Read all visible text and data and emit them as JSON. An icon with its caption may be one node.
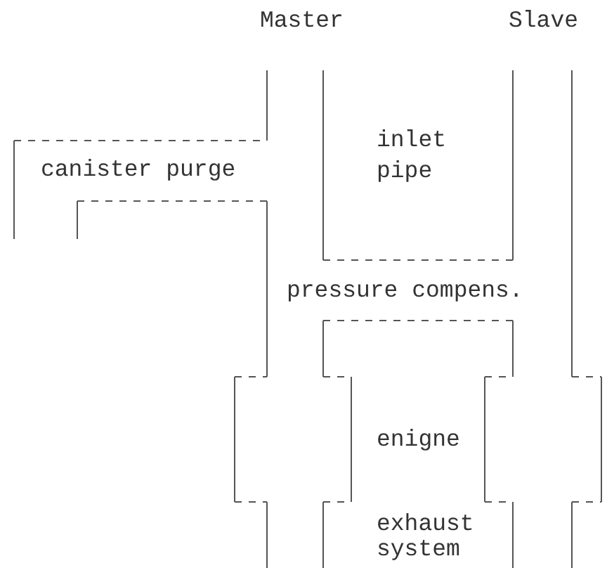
{
  "diagram": {
    "nodes": [
      {
        "text": [
          "canister purge"
        ]
      },
      {
        "text": [
          "pressure compens."
        ]
      },
      {
        "text": [
          "enigne"
        ]
      }
    ],
    "labels": [
      "Master",
      "Slave",
      "inlet pipe",
      "exhaust system"
    ]
  }
}
